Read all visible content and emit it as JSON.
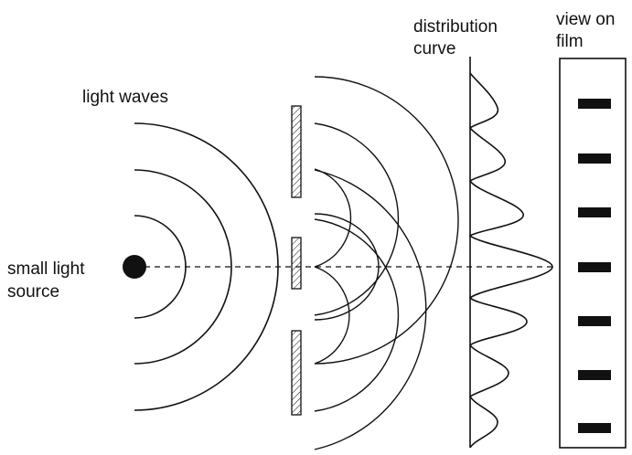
{
  "labels": {
    "light_waves": "light waves",
    "source_line1": "small light",
    "source_line2": "source",
    "distribution_line1": "distribution",
    "distribution_line2": "curve",
    "film_line1": "view on",
    "film_line2": "film"
  },
  "colors": {
    "ink": "#111111",
    "background": "#ffffff"
  }
}
